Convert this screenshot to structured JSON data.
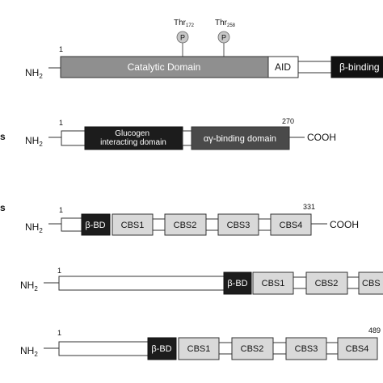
{
  "rows": [
    {
      "left_label": "NH",
      "left_sub": "2",
      "start": "1",
      "end": "",
      "tail": "",
      "phospho": [
        {
          "label": "Thr",
          "sub": "172",
          "symbol": "P"
        },
        {
          "label": "Thr",
          "sub": "258",
          "symbol": "P"
        }
      ],
      "domains": [
        {
          "label": "Catalytic Domain",
          "style": "mid"
        },
        {
          "label": "AID",
          "style": "white"
        },
        {
          "label": "β-binding",
          "style": "black"
        }
      ]
    },
    {
      "left_label": "NH",
      "left_sub": "2",
      "start": "1",
      "end": "270",
      "tail": "COOH",
      "side_fragment": "s",
      "domains": [
        {
          "label": "Glucogen interacting domain",
          "line1": "Glucogen",
          "line2": "interacting domain",
          "style": "black"
        },
        {
          "label": "αγ-binding domain",
          "style": "dark"
        }
      ]
    },
    {
      "left_label": "NH",
      "left_sub": "2",
      "start": "1",
      "end": "331",
      "tail": "COOH",
      "side_fragment": "s",
      "domains": [
        {
          "label": "β-BD",
          "style": "black"
        },
        {
          "label": "CBS1",
          "style": "light"
        },
        {
          "label": "CBS2",
          "style": "light"
        },
        {
          "label": "CBS3",
          "style": "light"
        },
        {
          "label": "CBS4",
          "style": "light"
        }
      ]
    },
    {
      "left_label": "NH",
      "left_sub": "2",
      "start": "1",
      "end": "",
      "tail": "",
      "domains": [
        {
          "label": "β-BD",
          "style": "black"
        },
        {
          "label": "CBS1",
          "style": "light"
        },
        {
          "label": "CBS2",
          "style": "light"
        },
        {
          "label": "CBS",
          "style": "light"
        }
      ]
    },
    {
      "left_label": "NH",
      "left_sub": "2",
      "start": "1",
      "end": "489",
      "tail": "",
      "domains": [
        {
          "label": "β-BD",
          "style": "black"
        },
        {
          "label": "CBS1",
          "style": "light"
        },
        {
          "label": "CBS2",
          "style": "light"
        },
        {
          "label": "CBS3",
          "style": "light"
        },
        {
          "label": "CBS4",
          "style": "light"
        }
      ]
    }
  ],
  "colors": {
    "mid": "#8f8f8f",
    "dark": "#4a4a4a",
    "black": "#1c1c1c",
    "light": "#d9d9d9",
    "white": "#ffffff",
    "phospho_fill": "#c8c8c8"
  }
}
